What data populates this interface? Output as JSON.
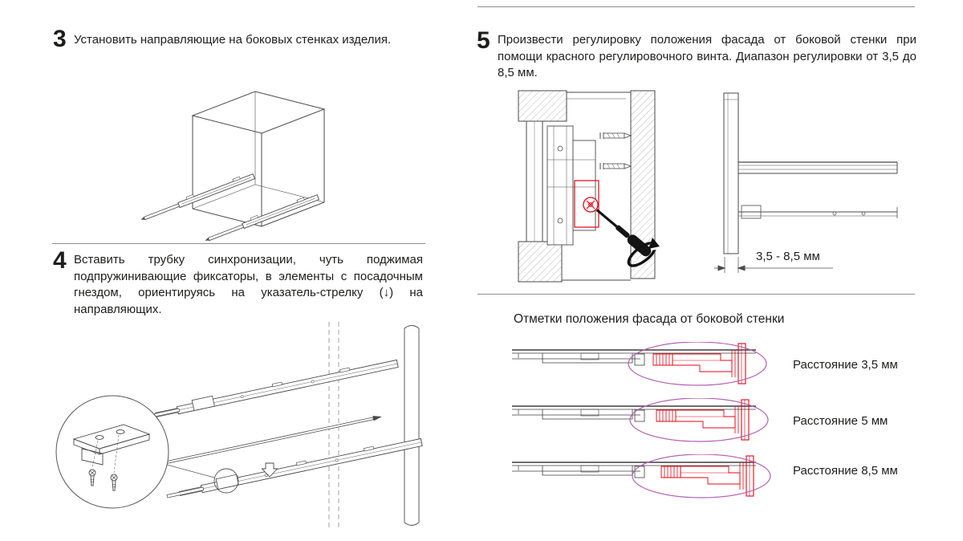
{
  "steps": [
    {
      "number": "3",
      "text": "Установить направляющие на боковых стенках изделия."
    },
    {
      "number": "4",
      "text": "Вставить трубку синхронизации, чуть поджимая подпружинивающие фиксаторы, в элементы с посадочным гнездом, ориентируясь на указатель-стрелку (↓) на направляющих."
    },
    {
      "number": "5",
      "text": "Произвести регулировку положения фасада от боковой стенки при помощи красного регулировочного винта. Диапазон регулировки от 3,5 до 8,5 мм."
    }
  ],
  "adjustment": {
    "dimension_label": "3,5 - 8,5 мм"
  },
  "marks": {
    "heading": "Отметки положения фасада от боковой стенки",
    "rows": [
      {
        "label": "Расстояние 3,5 мм"
      },
      {
        "label": "Расстояние 5 мм"
      },
      {
        "label": "Расстояние 8,5 мм"
      }
    ]
  },
  "icons": {
    "down_arrow": "insertion-direction-arrow",
    "rotation_arrow": "screwdriver-rotation-arrow"
  },
  "colors": {
    "diagram_line": "#4a4a4a",
    "accent_red": "#e30613",
    "highlight_purple": "#b25fb2",
    "text": "#1d1d1b",
    "divider": "#8c8c8c"
  }
}
